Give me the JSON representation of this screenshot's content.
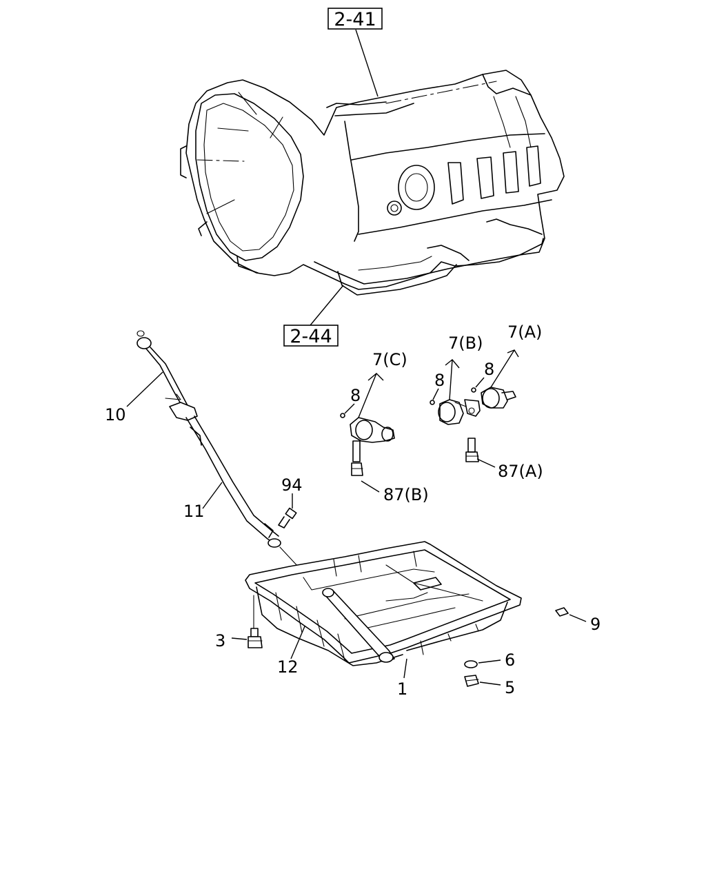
{
  "references": {
    "transmission": "2-41",
    "valve_body": "2-44"
  },
  "callouts": {
    "pan": "1",
    "pan_bolt": "3",
    "drain_plug": "5",
    "drain_gasket": "6",
    "solenoid_a": "7(A)",
    "solenoid_b": "7(B)",
    "solenoid_c": "7(C)",
    "o_ring_a": "8",
    "o_ring_b": "8",
    "o_ring_c": "8",
    "magnet": "9",
    "dipstick": "10",
    "filler_tube": "11",
    "tube_o_ring": "12",
    "bolt_a": "87(A)",
    "bolt_b": "87(B)",
    "tube_bolt": "94"
  }
}
